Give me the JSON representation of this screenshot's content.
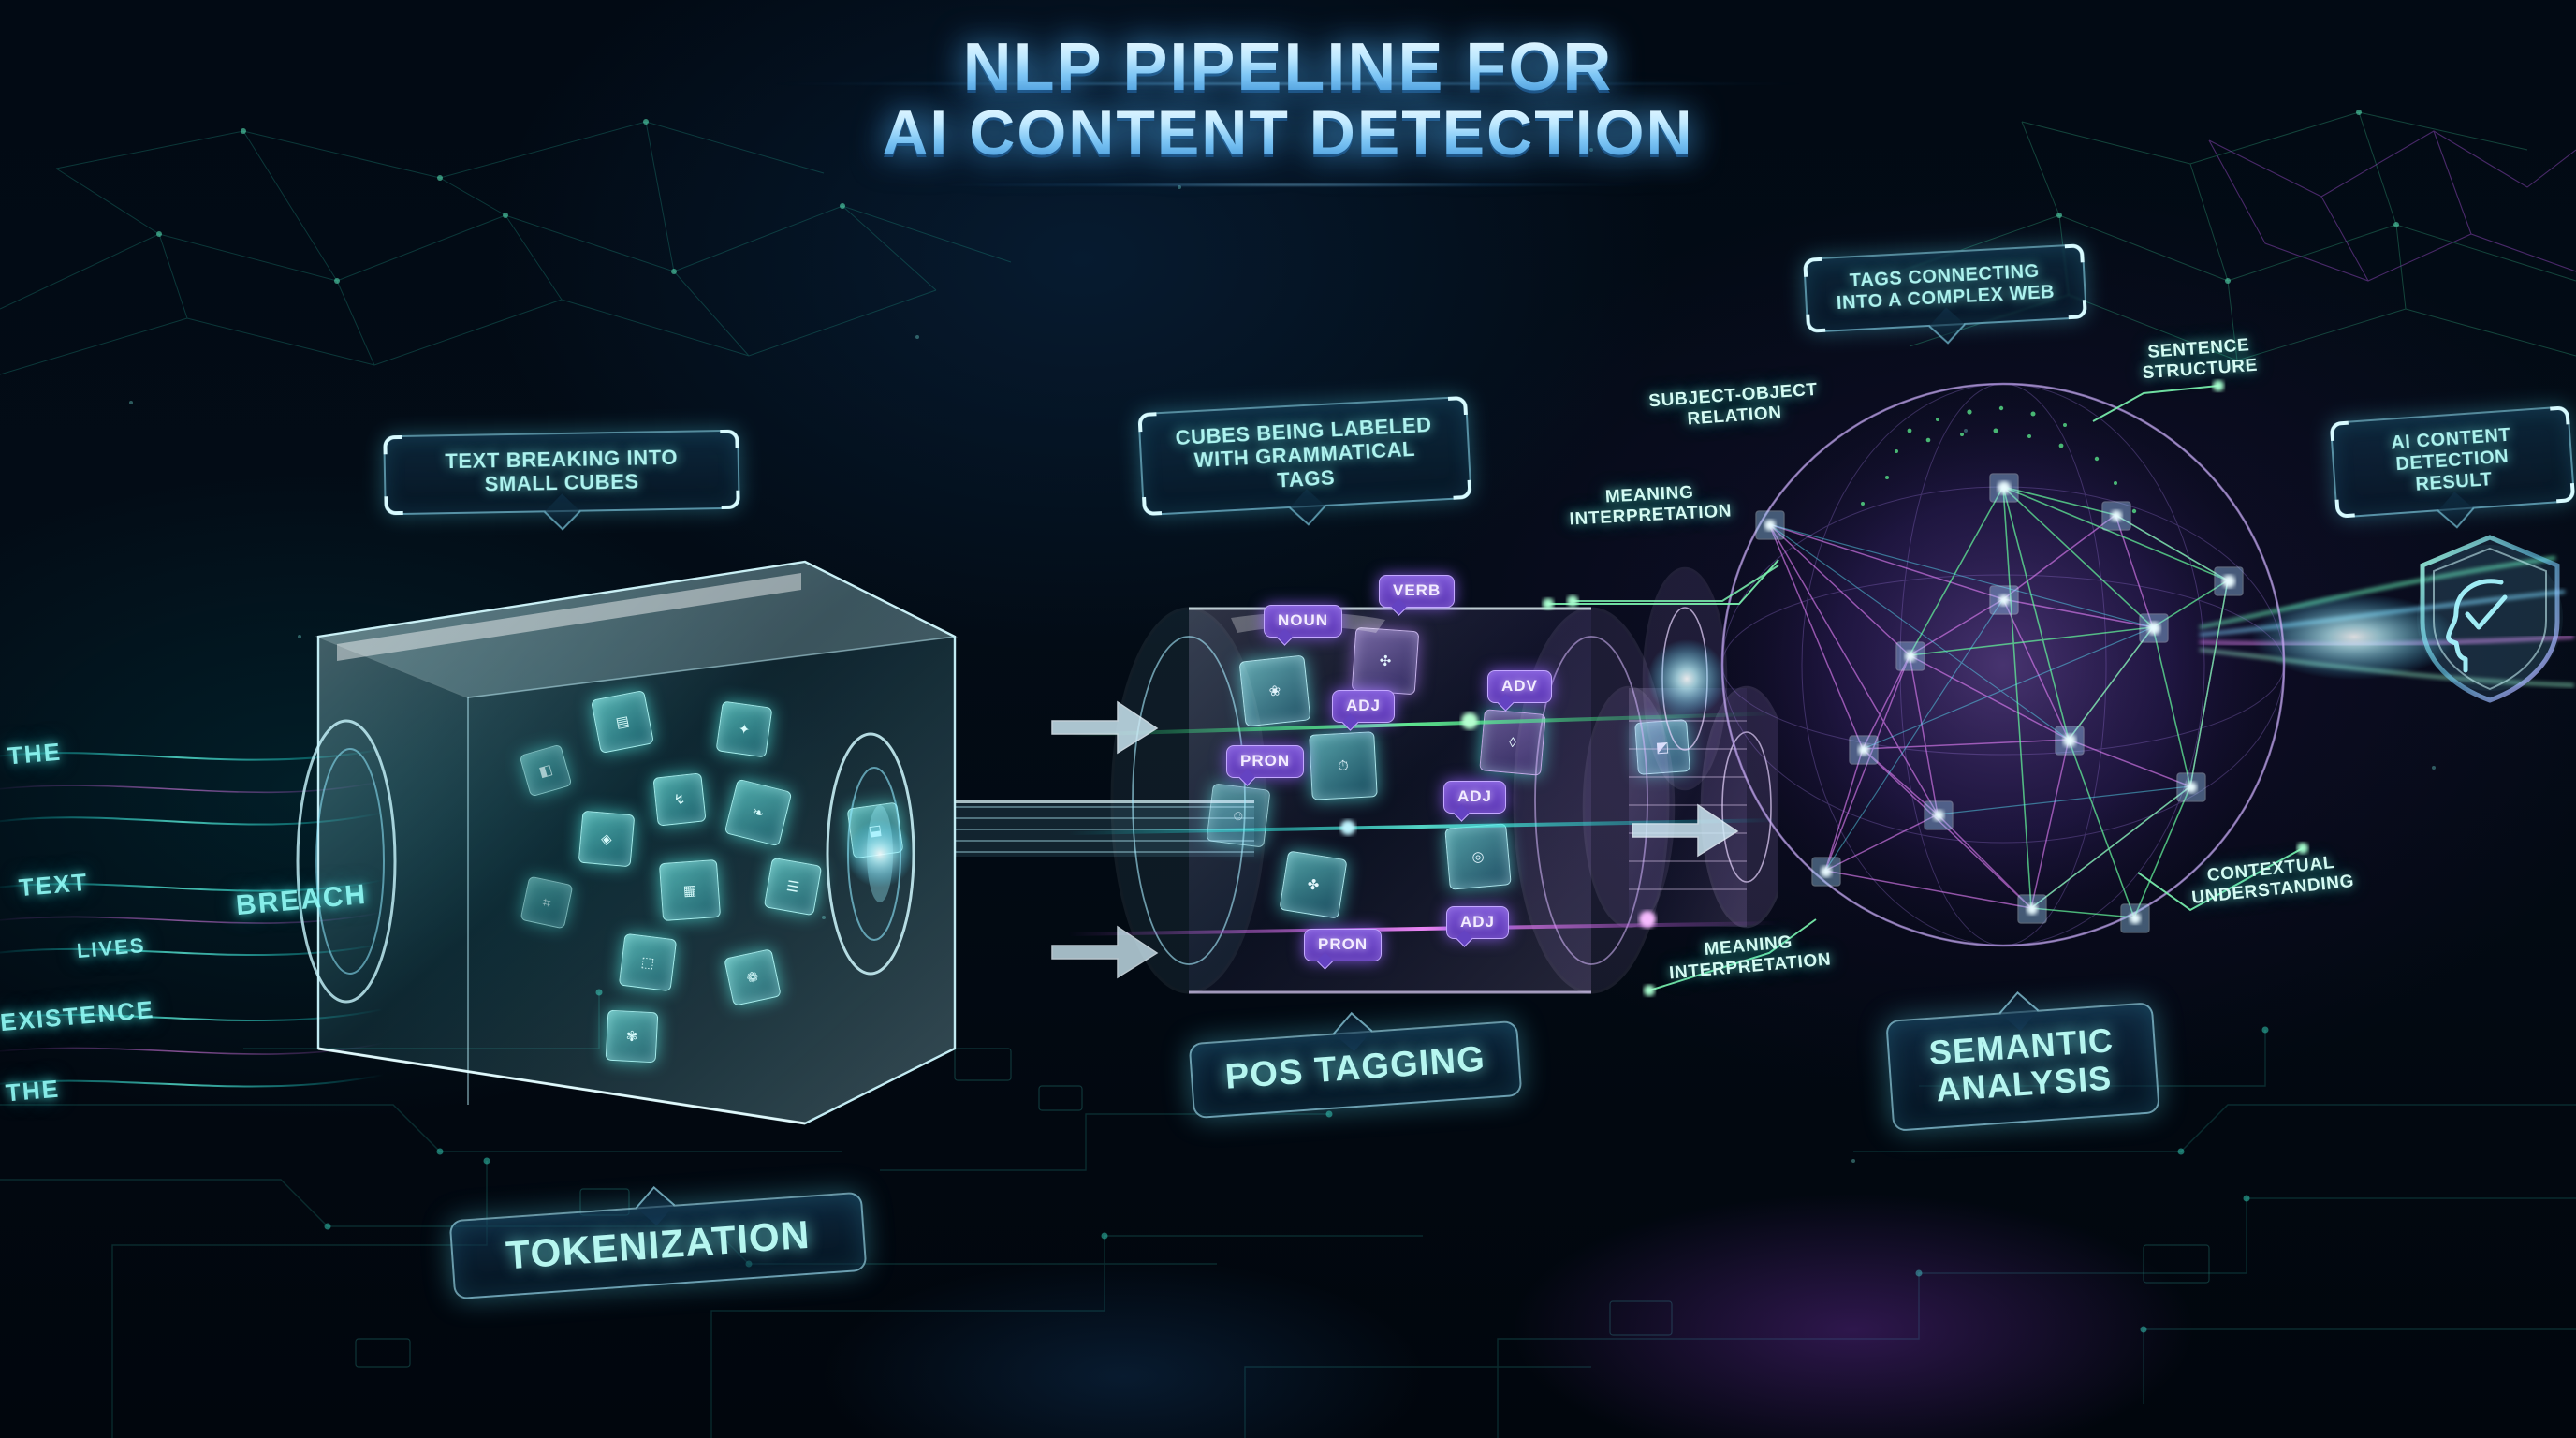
{
  "title": {
    "line1": "NLP PIPELINE FOR",
    "line2": "AI CONTENT DETECTION"
  },
  "theme": {
    "background": "#02060c",
    "title_accent": "#bfe9ff",
    "callout_text": "#aef3ef",
    "callout_border": "#96ebff",
    "tag_fill": "#5b36b4",
    "tag_border": "#c3a8ff",
    "token_cyan": "#5af5e6",
    "network_green": "#46f08a",
    "network_magenta": "#d66cf5",
    "annotation_text": "#d7fbf4"
  },
  "callouts": [
    {
      "id": "tokenization-callout",
      "line1": "TEXT BREAKING INTO",
      "line2": "SMALL CUBES"
    },
    {
      "id": "pos-callout",
      "line1": "CUBES BEING LABELED",
      "line2": "WITH GRAMMATICAL TAGS"
    },
    {
      "id": "semantic-callout",
      "line1": "TAGS CONNECTING",
      "line2": "INTO A COMPLEX WEB"
    },
    {
      "id": "result-callout",
      "line1": "AI CONTENT",
      "line2": "DETECTION RESULT"
    }
  ],
  "stages": [
    {
      "id": "stage-tokenization",
      "label": "TOKENIZATION"
    },
    {
      "id": "stage-pos-tagging",
      "label": "POS TAGGING"
    },
    {
      "id": "stage-semantic-analysis",
      "line1": "SEMANTIC",
      "line2": "ANALYSIS"
    }
  ],
  "annotations": [
    {
      "id": "anno-subject-object",
      "text": "SUBJECT-OBJECT\nRELATION"
    },
    {
      "id": "anno-sentence-structure",
      "text": "SENTENCE\nSTRUCTURE"
    },
    {
      "id": "anno-meaning-top",
      "text": "MEANING\nINTERPRETATION"
    },
    {
      "id": "anno-meaning-bottom",
      "text": "MEANING\nINTERPRETATION"
    },
    {
      "id": "anno-contextual",
      "text": "CONTEXTUAL\nUNDERSTANDING"
    }
  ],
  "pos_tags": [
    {
      "id": "tag-noun",
      "label": "NOUN"
    },
    {
      "id": "tag-verb",
      "label": "VERB"
    },
    {
      "id": "tag-adj-1",
      "label": "ADJ"
    },
    {
      "id": "tag-pron-1",
      "label": "PRON"
    },
    {
      "id": "tag-adv",
      "label": "ADV"
    },
    {
      "id": "tag-adj-2",
      "label": "ADJ"
    },
    {
      "id": "tag-adj-3",
      "label": "ADJ"
    },
    {
      "id": "tag-pron-2",
      "label": "PRON"
    }
  ],
  "text_stream": [
    "THE",
    "TEXT",
    "BREACH",
    "LIVES",
    "EXISTENCE",
    "THE"
  ],
  "result_icon": {
    "name": "shield-check-icon",
    "description": "Shield with verified head outline"
  }
}
